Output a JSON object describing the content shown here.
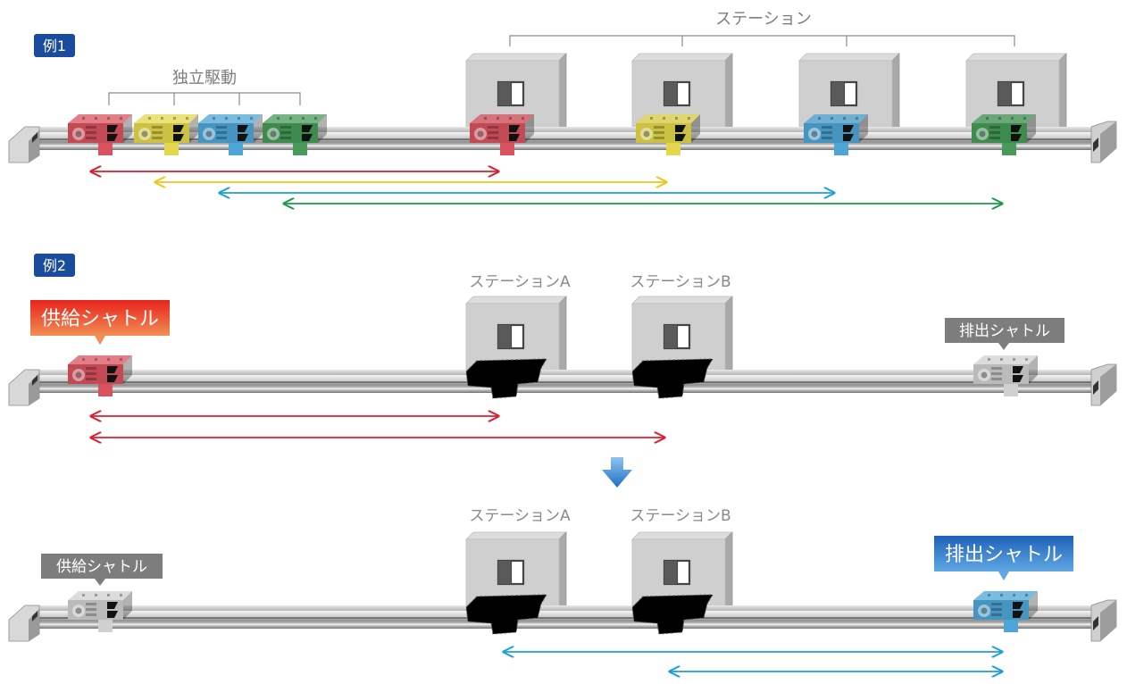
{
  "example1": {
    "badge": "例1",
    "station_label": "ステーション",
    "independent_label": "独立駆動"
  },
  "example2": {
    "badge": "例2",
    "station_a": "ステーションA",
    "station_b": "ステーションB",
    "supply_shuttle": "供給シャトル",
    "eject_shuttle": "排出シャトル"
  },
  "example2_after": {
    "station_a": "ステーションA",
    "station_b": "ステーションB",
    "supply_shuttle": "供給シャトル",
    "eject_shuttle": "排出シャトル"
  },
  "colors": {
    "badge": "#1a4b9c",
    "red": "#e01b2f",
    "yellow": "#f2c31a",
    "blue": "#1aa0dc",
    "green": "#1a9a4a",
    "gray_label": "#7d7d7d",
    "supply_active": "#e53124",
    "eject_active": "#1e6fc4",
    "down_arrow": "#1e6fc4"
  },
  "icons": {
    "carriage": "shuttle-carriage-icon",
    "station": "station-box-icon",
    "arrow": "double-headed-arrow-icon",
    "down": "down-arrow-icon"
  }
}
